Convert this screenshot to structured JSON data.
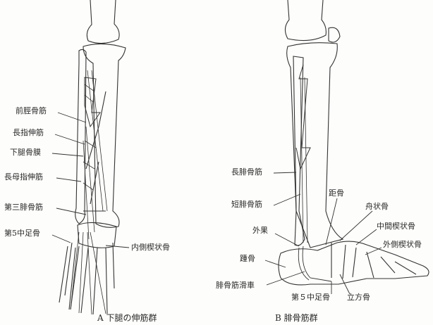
{
  "figure_a": {
    "caption": "A 下腿の伸筋群",
    "labels": [
      "前脛骨筋",
      "長指伸筋",
      "下腿骨膜",
      "長母指伸筋",
      "第三腓骨筋",
      "第5中足骨",
      "内側楔状骨"
    ]
  },
  "figure_b": {
    "caption": "B 腓骨筋群",
    "labels": [
      "長腓骨筋",
      "短腓骨筋",
      "外果",
      "踵骨",
      "腓骨筋滑車",
      "第５中足骨",
      "立方骨",
      "距骨",
      "舟状骨",
      "中間楔状骨",
      "外側楔状骨"
    ]
  }
}
